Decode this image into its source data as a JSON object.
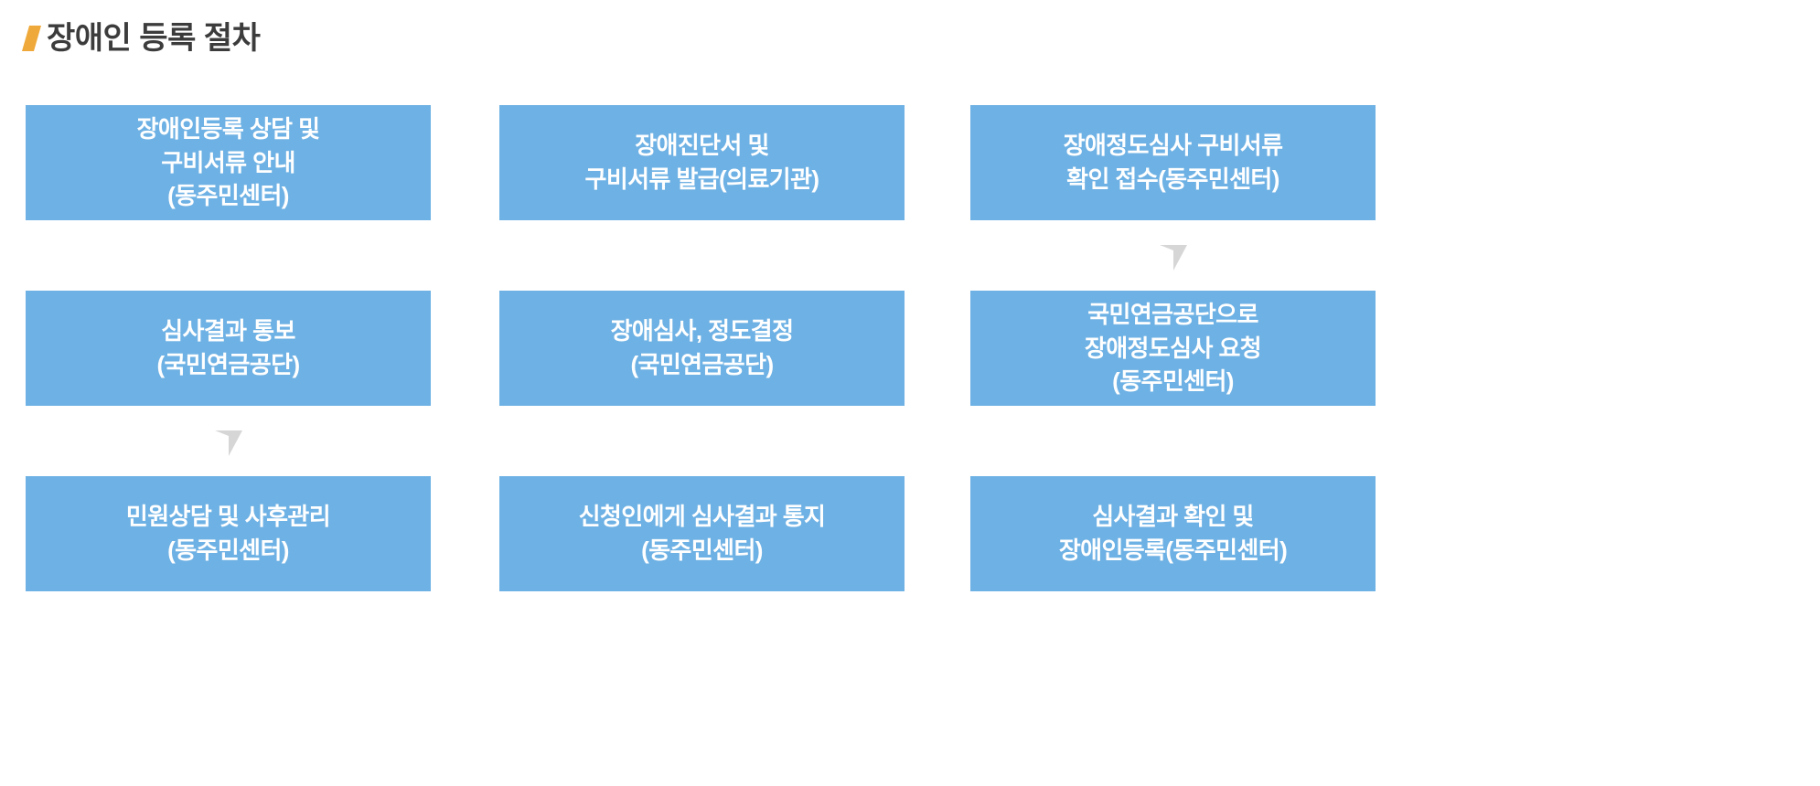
{
  "page": {
    "title": "장애인 등록 절차",
    "bullet_color": "#efa93a",
    "title_color": "#3c3c3c",
    "background_color": "#ffffff"
  },
  "theme": {
    "node_fill": "#6eb1e4",
    "node_text_color": "#ffffff",
    "arrow_color": "#d6d6d6"
  },
  "flowchart": {
    "type": "process-flow",
    "columns": 3,
    "rows": 3,
    "nodes": [
      {
        "id": "step-1",
        "order": 1,
        "row": 1,
        "column": 1,
        "label": "장애인등록 상담 및\n구비서류 안내\n(동주민센터)"
      },
      {
        "id": "step-2",
        "order": 2,
        "row": 1,
        "column": 2,
        "label": "장애진단서 및\n구비서류 발급(의료기관)"
      },
      {
        "id": "step-3",
        "order": 3,
        "row": 1,
        "column": 3,
        "label": "장애정도심사 구비서류\n확인 접수(동주민센터)"
      },
      {
        "id": "step-4",
        "order": 4,
        "row": 2,
        "column": 3,
        "label": "국민연금공단으로\n장애정도심사 요청\n(동주민센터)"
      },
      {
        "id": "step-5",
        "order": 5,
        "row": 2,
        "column": 2,
        "label": "장애심사, 정도결정\n(국민연금공단)"
      },
      {
        "id": "step-6",
        "order": 6,
        "row": 2,
        "column": 1,
        "label": "심사결과 통보\n(국민연금공단)"
      },
      {
        "id": "step-7",
        "order": 7,
        "row": 3,
        "column": 1,
        "label": "민원상담 및 사후관리\n(동주민센터)"
      },
      {
        "id": "step-8",
        "order": 8,
        "row": 3,
        "column": 2,
        "label": "신청인에게 심사결과 통지\n(동주민센터)"
      },
      {
        "id": "step-9",
        "order": 9,
        "row": 3,
        "column": 3,
        "label": "심사결과 확인 및\n장애인등록(동주민센터)"
      }
    ],
    "connectors": [
      {
        "id": "c1",
        "from": "step-1",
        "to": "step-2",
        "direction": "right",
        "icon": "arrow-right-icon"
      },
      {
        "id": "c2",
        "from": "step-2",
        "to": "step-3",
        "direction": "right",
        "icon": "arrow-right-icon"
      },
      {
        "id": "c3",
        "from": "step-3",
        "to": "step-4",
        "direction": "down",
        "icon": "arrow-down-icon"
      },
      {
        "id": "c4",
        "from": "step-4",
        "to": "step-5",
        "direction": "left",
        "icon": "arrow-left-icon"
      },
      {
        "id": "c5",
        "from": "step-5",
        "to": "step-6",
        "direction": "left",
        "icon": "arrow-left-icon"
      },
      {
        "id": "c6",
        "from": "step-6",
        "to": "step-7",
        "direction": "down",
        "icon": "arrow-down-icon"
      },
      {
        "id": "c7",
        "from": "step-7",
        "to": "step-8",
        "direction": "right",
        "icon": "arrow-right-icon"
      },
      {
        "id": "c8",
        "from": "step-8",
        "to": "step-9",
        "direction": "right",
        "icon": "arrow-right-icon"
      }
    ]
  }
}
